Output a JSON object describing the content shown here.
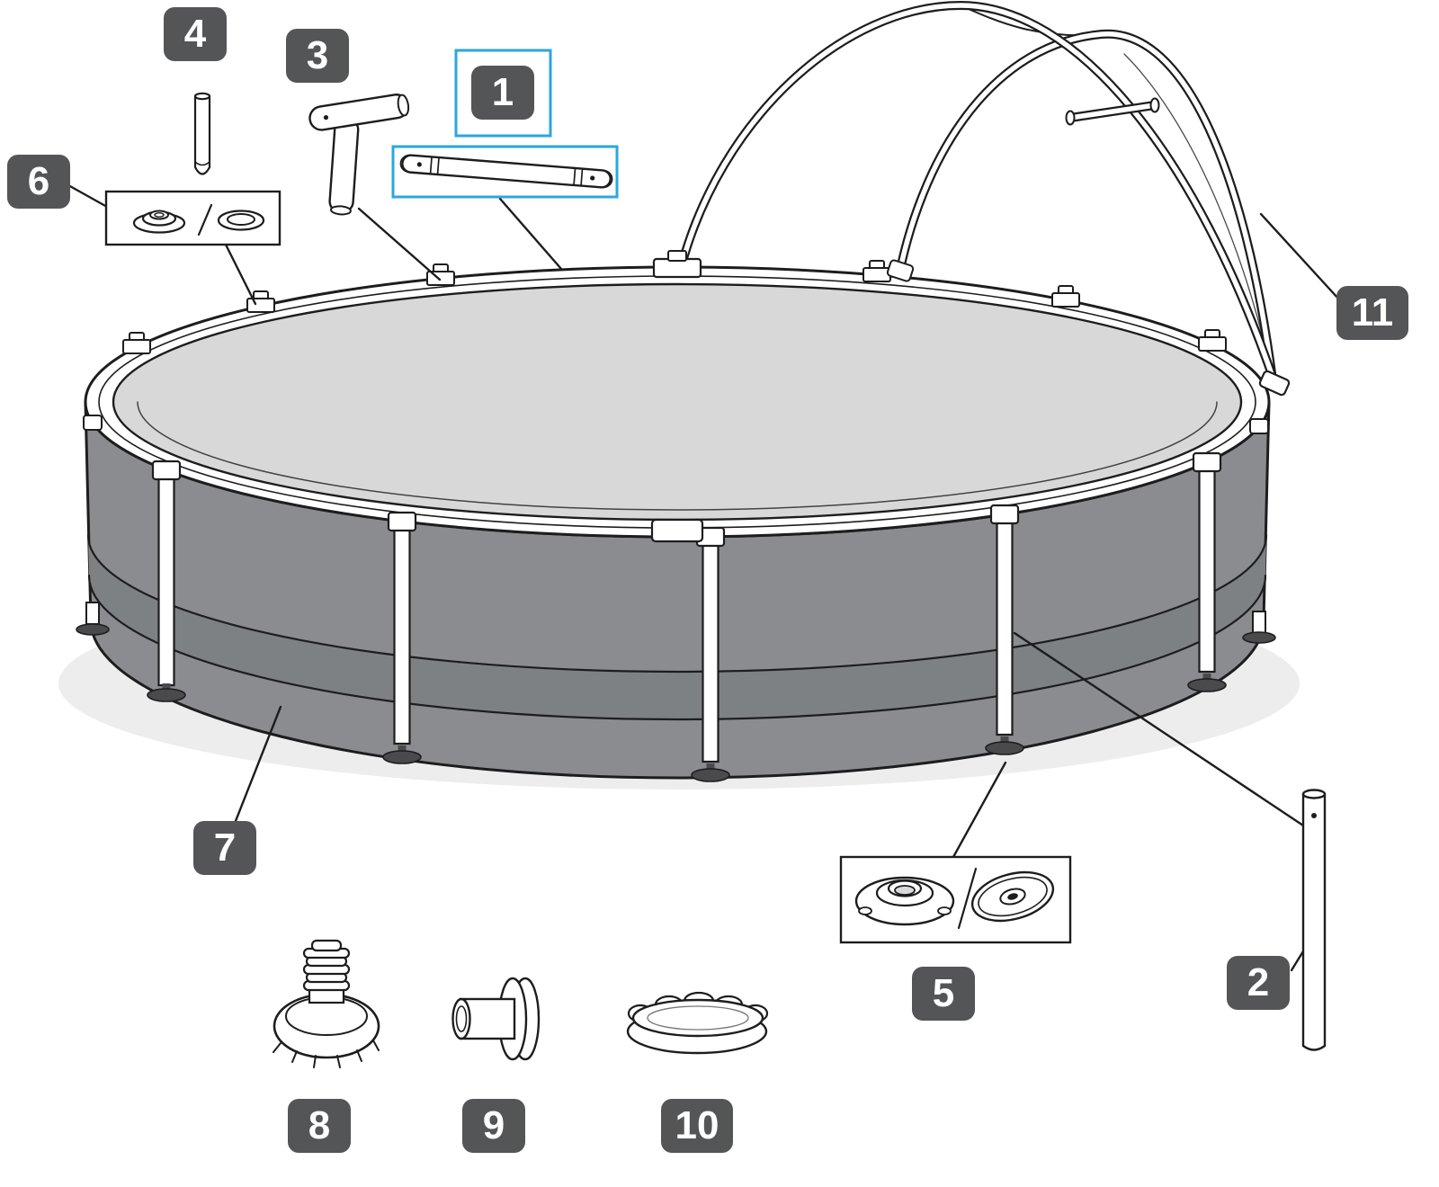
{
  "diagram": {
    "selected_part": "1",
    "badges": [
      {
        "id": 4,
        "label": "4"
      },
      {
        "id": 3,
        "label": "3"
      },
      {
        "id": 1,
        "label": "1",
        "selected": true
      },
      {
        "id": 6,
        "label": "6"
      },
      {
        "id": 11,
        "label": "11"
      },
      {
        "id": 7,
        "label": "7"
      },
      {
        "id": 5,
        "label": "5"
      },
      {
        "id": 2,
        "label": "2"
      },
      {
        "id": 8,
        "label": "8"
      },
      {
        "id": 9,
        "label": "9"
      },
      {
        "id": 10,
        "label": "10"
      }
    ],
    "colors": {
      "badge_background": "#545557",
      "badge_text": "#ffffff",
      "selection_highlight": "#2ba7dd",
      "line_art": "#1d1d1f",
      "pool_wall": "#8a8c8f",
      "pool_wall_band": "#7e8184",
      "water_surface": "#d8d8d9",
      "background": "#ffffff"
    }
  }
}
